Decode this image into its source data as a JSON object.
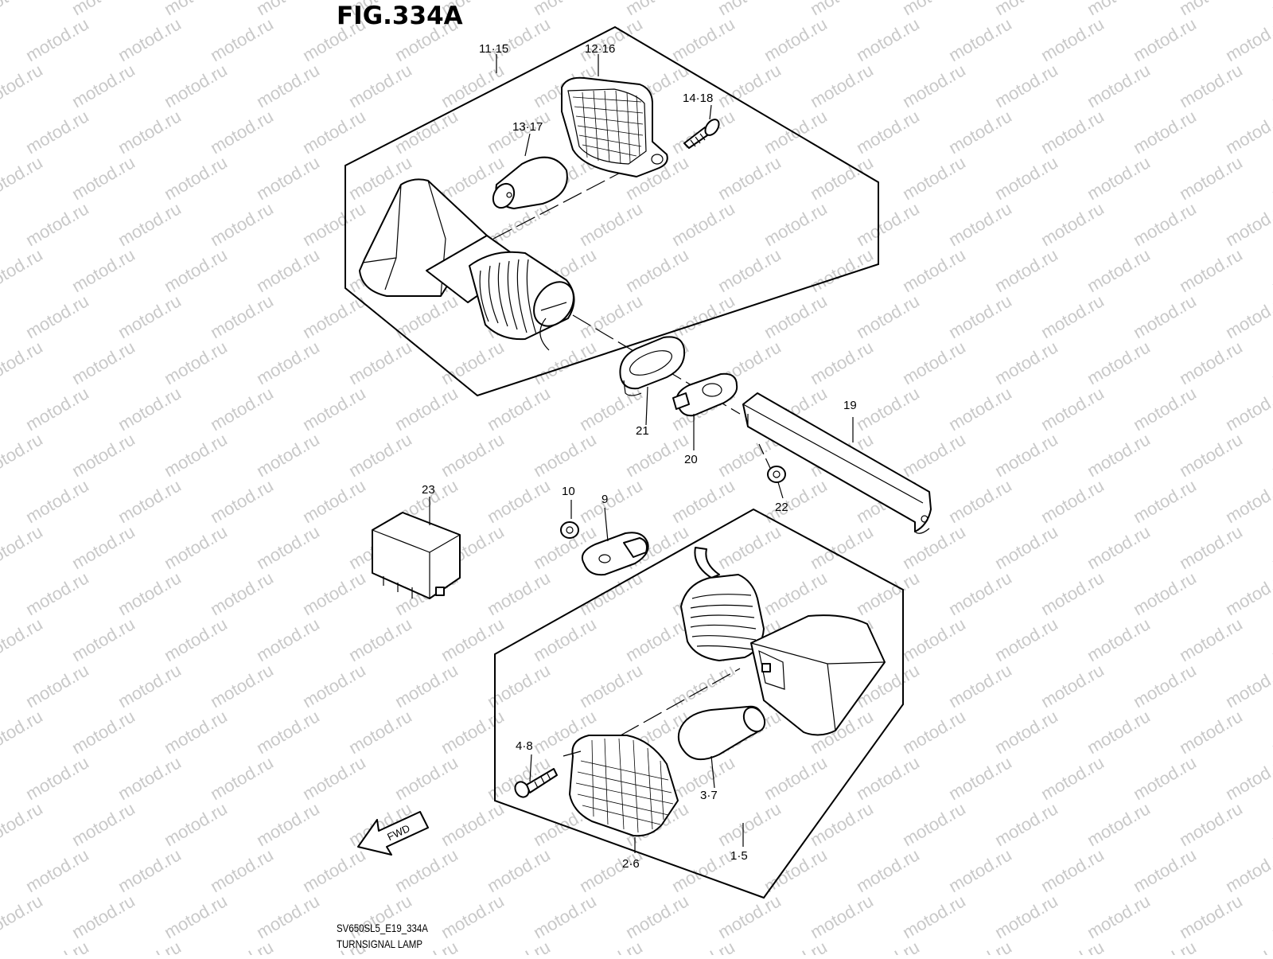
{
  "figure": {
    "title": "FIG.334A",
    "code": "SV650SL5_E19_334A",
    "name": "TURNSIGNAL LAMP"
  },
  "watermark": {
    "text": "motod.ru"
  },
  "direction_marker": {
    "text": "FWD",
    "icon": "fwd-arrow-icon"
  },
  "callouts": [
    {
      "id": "c-11-15",
      "text": "11·15"
    },
    {
      "id": "c-12-16",
      "text": "12·16"
    },
    {
      "id": "c-14-18",
      "text": "14·18"
    },
    {
      "id": "c-13-17",
      "text": "13·17"
    },
    {
      "id": "c-21",
      "text": "21"
    },
    {
      "id": "c-20",
      "text": "20"
    },
    {
      "id": "c-19",
      "text": "19"
    },
    {
      "id": "c-22",
      "text": "22"
    },
    {
      "id": "c-23",
      "text": "23"
    },
    {
      "id": "c-10",
      "text": "10"
    },
    {
      "id": "c-9",
      "text": "9"
    },
    {
      "id": "c-4-8",
      "text": "4·8"
    },
    {
      "id": "c-3-7",
      "text": "3·7"
    },
    {
      "id": "c-1-5",
      "text": "1·5"
    },
    {
      "id": "c-2-6",
      "text": "2·6"
    }
  ]
}
